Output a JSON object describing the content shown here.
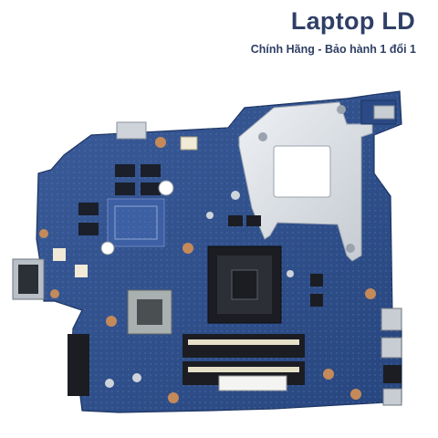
{
  "brand": {
    "title": "Laptop LD",
    "subtitle": "Chính Hãng - Bảo hành 1 đổi 1"
  },
  "photo": {
    "subject": "laptop motherboard",
    "board_color": "#2e4f8c",
    "heatsink_color": "#d8dde2"
  }
}
